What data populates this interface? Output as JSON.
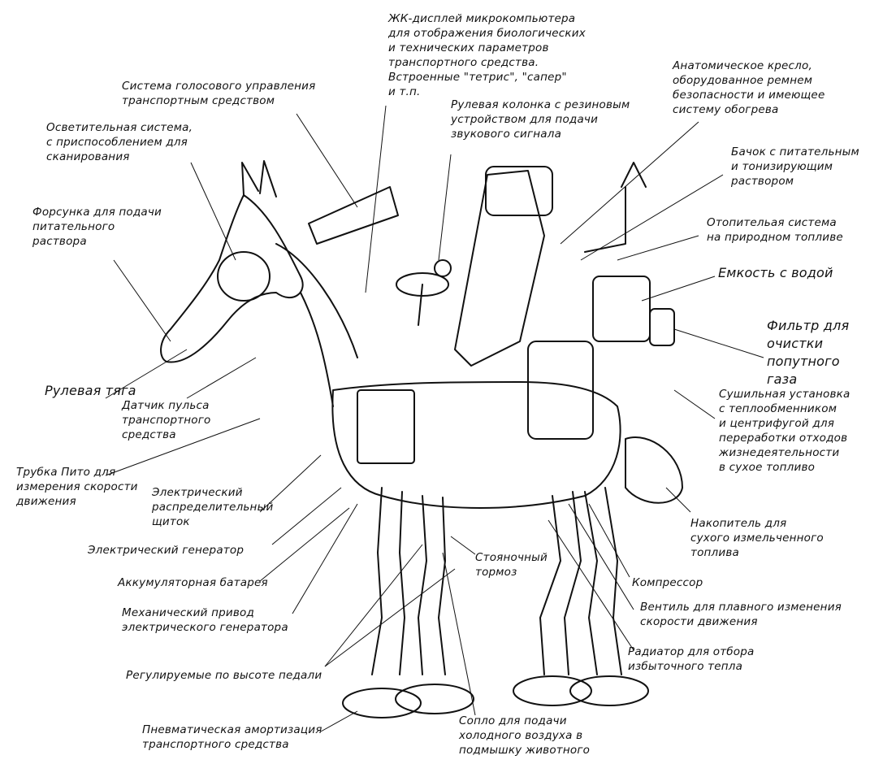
{
  "labels": {
    "lcd": "ЖК-дисплей микрокомпьютера\nдля отображения биологических\nи технических параметров\nтранспортного средства.\nВстроенные \"тетрис\", \"сапер\"\nи т.п.",
    "voice": "Система голосового управления\nтранспортным средством",
    "lighting": "Осветительная система,\nс приспособлением для\nсканирования",
    "nozzle": "Форсунка для подачи\nпитательного\nраствора",
    "steer_column": "Рулевая колонка с резиновым\nустройством для подачи\nзвукового сигнала",
    "seat": "Анатомическое кресло,\nоборудованное ремнем\nбезопасности и имеющее\nсистему обогрева",
    "tank": "Бачок с питательным\nи тонизирующим\nраствором",
    "heating": "Отопительая система\nна природном топливе",
    "water": "Емкость с водой",
    "filter": "Фильтр для\nочистки\nпопутного\nгаза",
    "steer_rod": "Рулевая тяга",
    "pulse": "Датчик пульса\nтранспортного\nсредства",
    "dryer": "Сушильная установка\nс теплообменником\nи центрифугой для\nпереработки отходов\nжизнедеятельности\nв сухое топливо",
    "pitot": "Трубка Пито для\nизмерения скорости\nдвижения",
    "switchboard": "Электрический\nраспределительный\nщиток",
    "storage": "Накопитель для\nсухого измельченного\nтоплива",
    "generator": "Электрический генератор",
    "parking": "Стояночный\nтормоз",
    "battery": "Аккумуляторная батарея",
    "compressor": "Компрессор",
    "drive": "Механический привод\nэлектрического генератора",
    "valve": "Вентиль для плавного изменения\nскорости движения",
    "radiator": "Радиатор для отбора\nизбыточного тепла",
    "pedals": "Регулируемые по высоте педали",
    "pneumatic": "Пневматическая амортизация\nтранспортного средства",
    "cold_air": "Сопло для подачи\nхолодного воздуха в\nподмышку животного"
  }
}
